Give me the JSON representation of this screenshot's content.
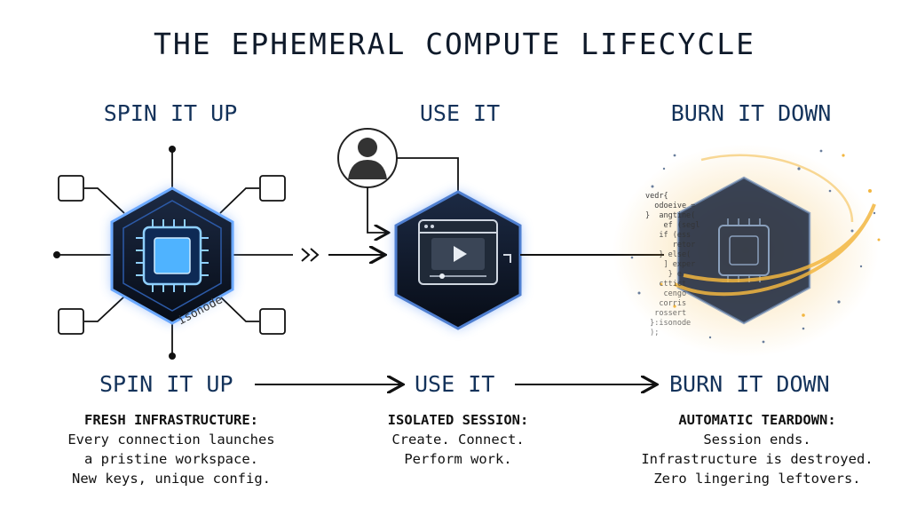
{
  "title": "THE EPHEMERAL COMPUTE LIFECYCLE",
  "stages": [
    {
      "top_label": "SPIN IT UP",
      "bottom_label": "SPIN IT UP",
      "heading": "FRESH INFRASTRUCTURE:",
      "lines": [
        "Every connection launches",
        "a pristine workspace.",
        "New keys, unique config."
      ]
    },
    {
      "top_label": "USE IT",
      "bottom_label": "USE IT",
      "heading": "ISOLATED SESSION:",
      "lines": [
        "Create. Connect.",
        "Perform work."
      ]
    },
    {
      "top_label": "BURN IT DOWN",
      "bottom_label": "BURN IT DOWN",
      "heading": "AUTOMATIC TEARDOWN:",
      "lines": [
        "Session ends.",
        "Infrastructure is destroyed.",
        "Zero lingering leftovers."
      ]
    }
  ],
  "node_label": "isonode",
  "code_fragments": [
    "vedr{",
    "  odoeive =",
    "}  angtine(",
    "    ef (segl",
    "   if (ess",
    "      retor",
    "   } else(",
    "    ] exper",
    "     } e",
    "   cttict",
    "    cengo",
    "   corris",
    "  rossert",
    " }:isonode",
    " );"
  ],
  "colors": {
    "node_glow": "#3b82f6",
    "node_dark": "#0b1220",
    "chip": "#4fb3ff",
    "title": "#0f1a2a",
    "stage_label": "#13325a",
    "burn_glow": "#f2b640"
  }
}
